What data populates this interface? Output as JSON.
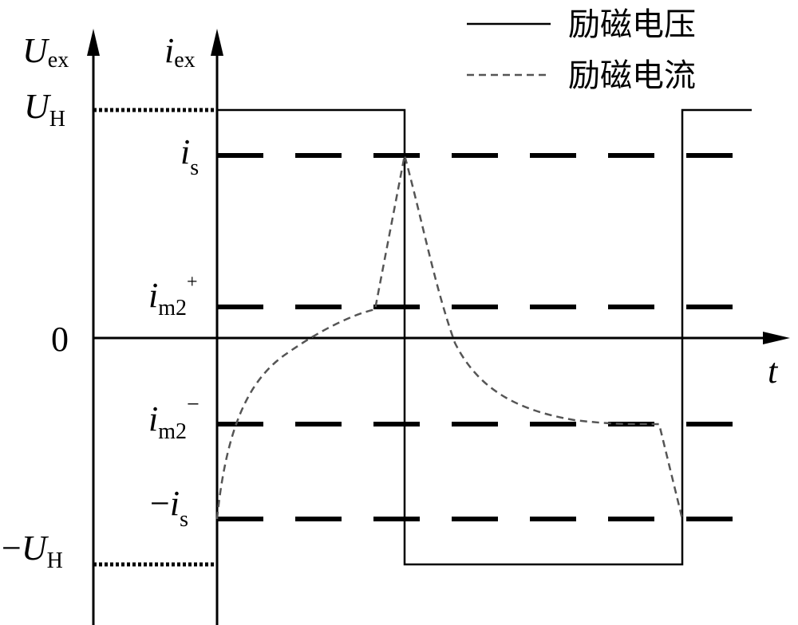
{
  "legend": {
    "items": [
      {
        "label": "励磁电压",
        "style": "solid"
      },
      {
        "label": "励磁电流",
        "style": "dashed"
      }
    ]
  },
  "axes": {
    "voltage_axis": {
      "symbol": "U",
      "subscript": "ex"
    },
    "current_axis": {
      "symbol": "i",
      "subscript": "ex"
    },
    "time_axis": {
      "symbol": "t"
    },
    "zero_label": "0"
  },
  "levels": {
    "U_high": {
      "symbol": "U",
      "subscript": "H"
    },
    "U_low": {
      "prefix": "−",
      "symbol": "U",
      "subscript": "H"
    },
    "i_s": {
      "symbol": "i",
      "subscript": "s"
    },
    "i_m2_plus": {
      "symbol": "i",
      "subscript": "m2",
      "superscript": "+"
    },
    "i_m2_minus": {
      "symbol": "i",
      "subscript": "m2",
      "superscript": "−"
    },
    "neg_i_s": {
      "prefix": "−",
      "symbol": "i",
      "subscript": "s"
    }
  },
  "colors": {
    "voltage_line": "#000000",
    "current_line": "#555555",
    "levels": "#000000"
  }
}
